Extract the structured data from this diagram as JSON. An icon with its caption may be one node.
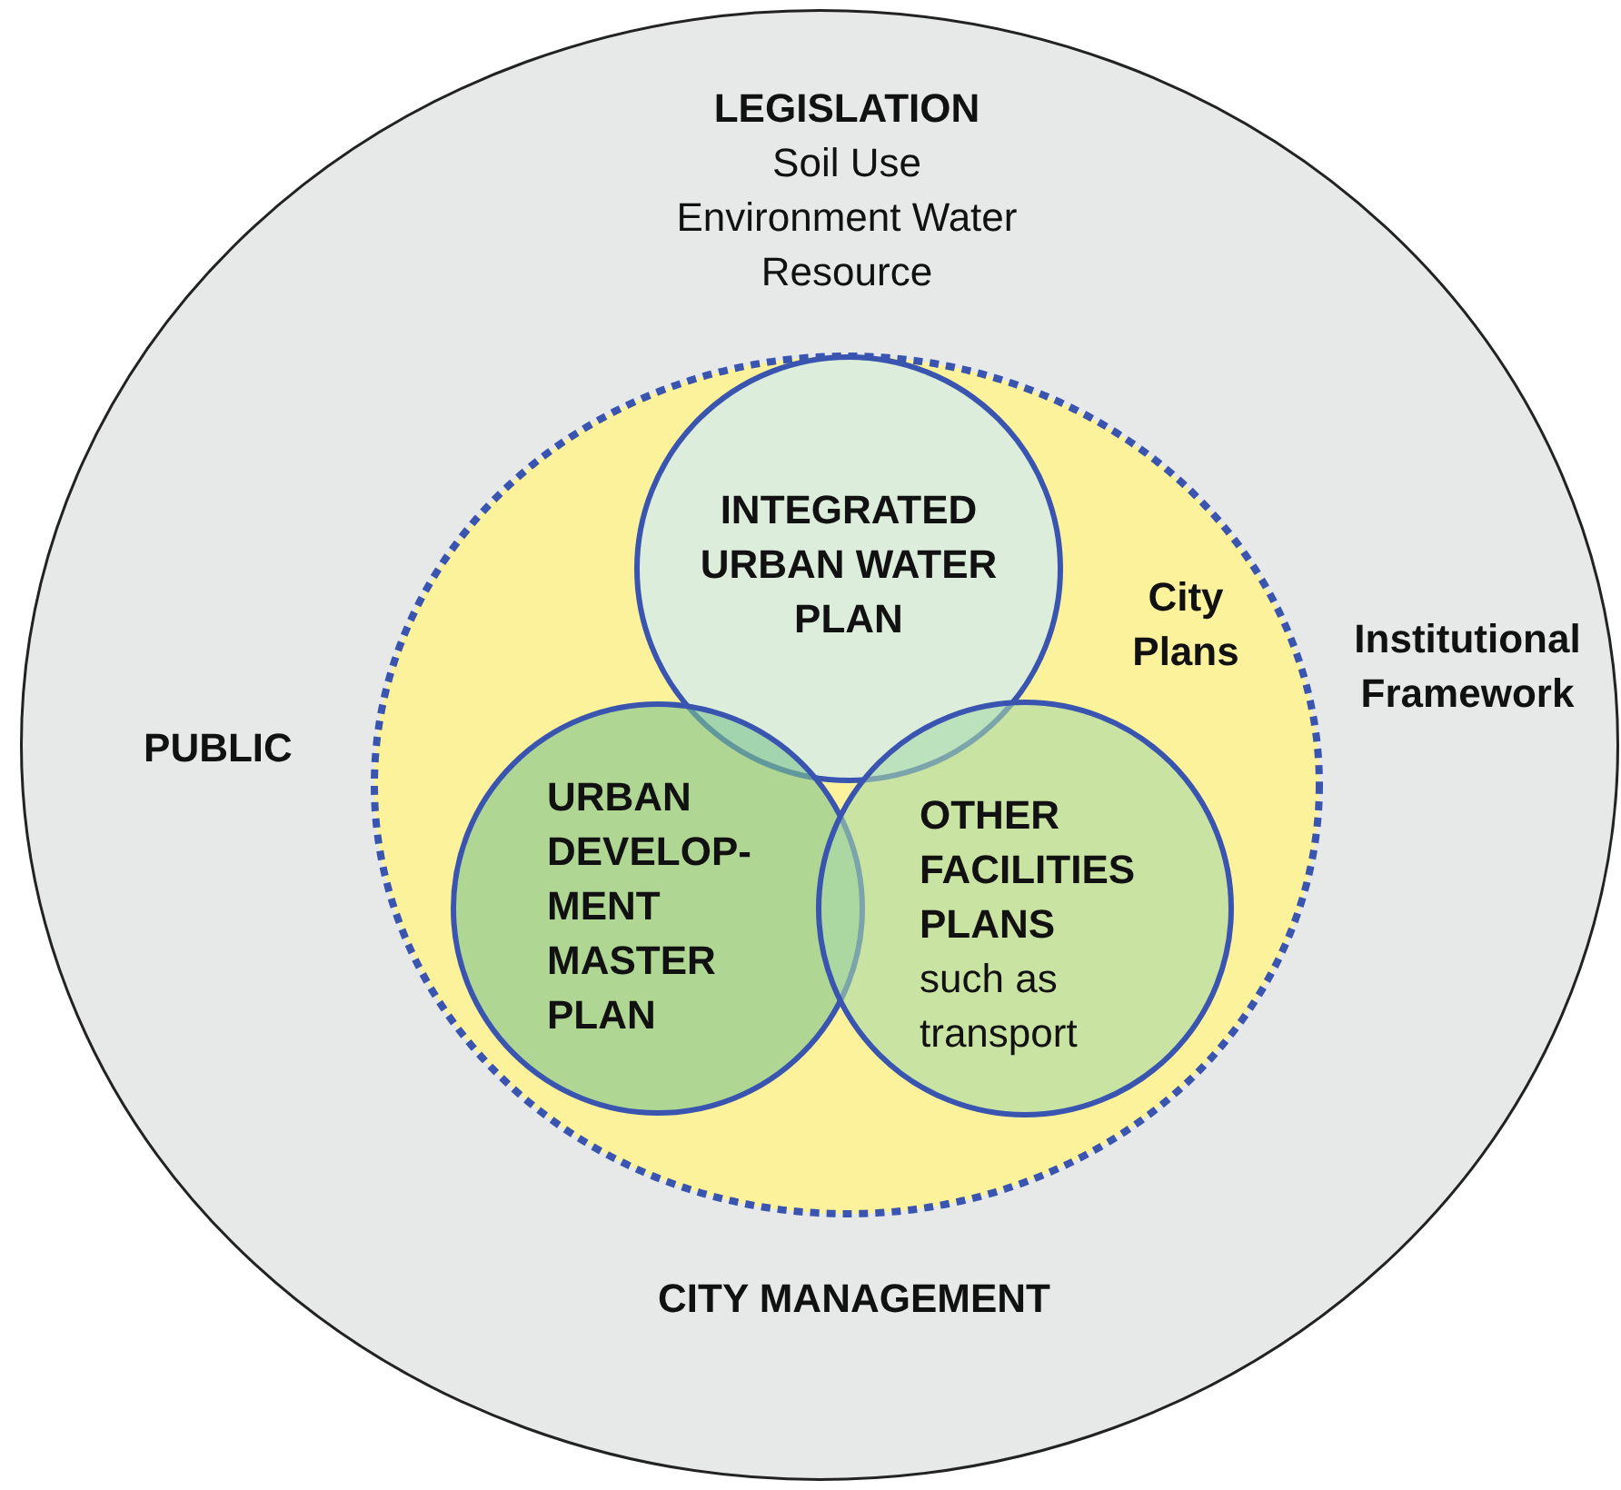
{
  "diagram": {
    "nodes": [
      {
        "text": [
          "LEGISLATION",
          "Soil Use Environment Water Resource",
          "PUBLIC",
          "Institutional Framework",
          "CITY MANAGEMENT"
        ]
      },
      {
        "text": [
          "City Plans"
        ],
        "in": 0
      },
      {
        "text": [
          "INTEGRATED URBAN WATER PLAN"
        ],
        "in": 1
      },
      {
        "text": [
          "URBAN DEVELOP- MENT MASTER PLAN"
        ],
        "in": 1
      },
      {
        "text": [
          "OTHER FACILITIES PLANS",
          "such as transport"
        ],
        "in": 1
      }
    ]
  }
}
